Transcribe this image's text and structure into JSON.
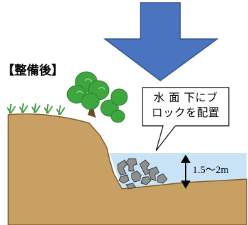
{
  "heading": "【整備後】",
  "callout": {
    "line1": "水 面 下にブ",
    "line2": "ロックを配置"
  },
  "depth_label": "1.5〜2m",
  "colors": {
    "arrow": "#4a74c0",
    "arrow_edge": "#2f528f",
    "ground": "#c9a063",
    "ground_edge": "#7a5a2a",
    "water": "#c9e4f6",
    "tree": "#3ea63e",
    "grass": "#3c9a3c",
    "blocks": "#8f8f8f"
  }
}
